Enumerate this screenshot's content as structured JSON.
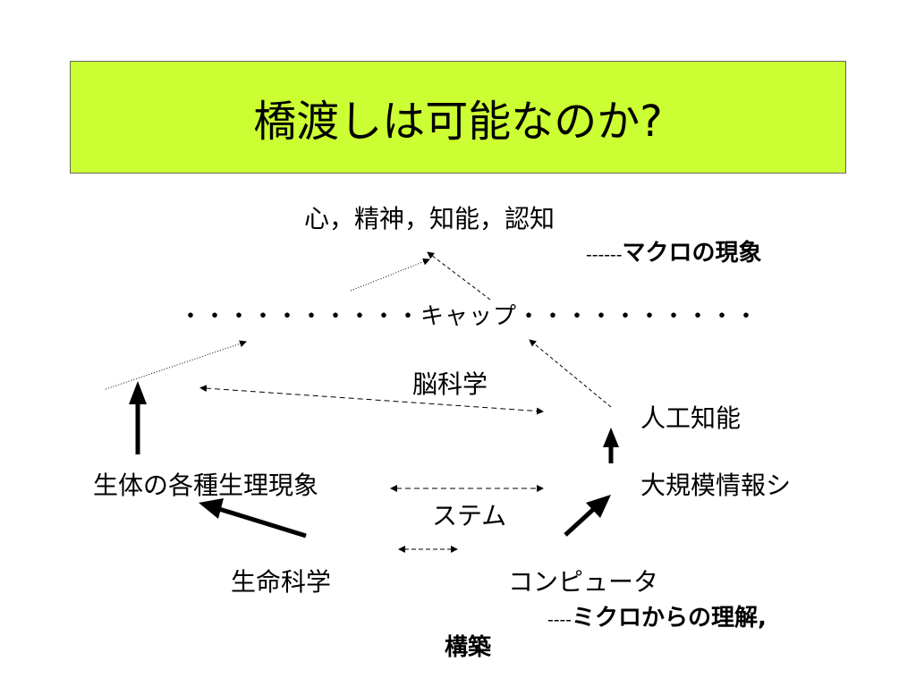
{
  "title": "橋渡しは可能なのか?",
  "labels": {
    "mind": "心，精神，知能，認知",
    "macro_dashes": "------",
    "macro": "マクロの現象",
    "gap": "・・・・・・・・・・キャップ・・・・・・・・・・",
    "brain_science": "脳科学",
    "ai": "人工知能",
    "bio_phenomena": "生体の各種生理現象",
    "large_system_1": "大規模情報シ",
    "large_system_2": "ステム",
    "life_science": "生命科学",
    "computer": "コンピュータ",
    "micro_dashes": "----",
    "micro_1": "ミクロからの理解,",
    "micro_2": "構築"
  },
  "colors": {
    "title_bg": "#ccff33",
    "title_border": "#666666"
  }
}
